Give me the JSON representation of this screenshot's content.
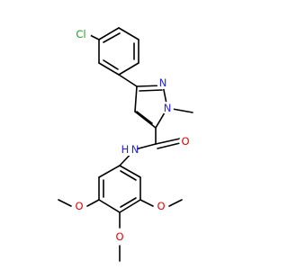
{
  "molecule": {
    "atoms": {
      "cl": {
        "text": "Cl",
        "color": "#1fa01f"
      },
      "n2": {
        "text": "N",
        "color": "#2323e6"
      },
      "n1": {
        "text": "N",
        "color": "#2323e6"
      },
      "o_carbonyl": {
        "text": "O",
        "color": "#e60000"
      },
      "nh": {
        "text": "N",
        "color": "#2323e6"
      },
      "h": {
        "text": "H",
        "color": "#2323e6"
      },
      "o_left": {
        "text": "O",
        "color": "#e60000"
      },
      "o_right": {
        "text": "O",
        "color": "#e60000"
      },
      "o_bottom": {
        "text": "O",
        "color": "#e60000"
      }
    }
  }
}
